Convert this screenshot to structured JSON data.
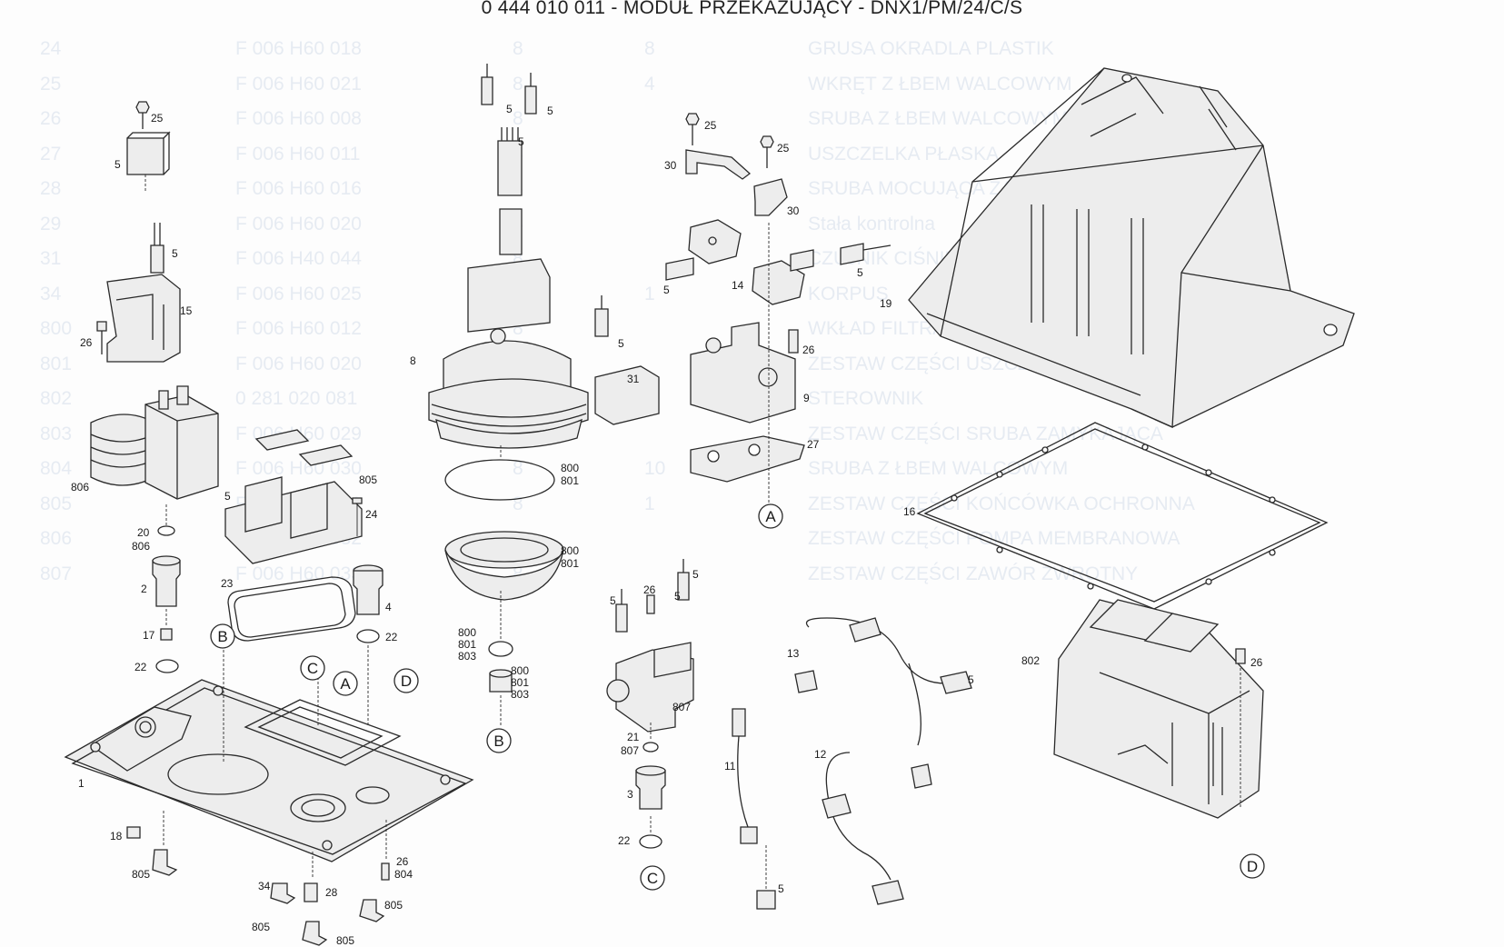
{
  "title": "0 444 010 011 - MODUŁ PRZEKAZUJĄCY - DNX1/PM/24/C/S",
  "background_table": {
    "rows": [
      [
        "24",
        "F 006 H60 018",
        "8",
        "8",
        "GRUSA OKRADLA PLASTIK"
      ],
      [
        "25",
        "F 006 H60 021",
        "8",
        "4",
        "WKRĘT Z ŁBEM WALCOWYM"
      ],
      [
        "26",
        "F 006 H60 008",
        "8",
        "",
        "SRUBA Z ŁBEM WALCOWYM"
      ],
      [
        "27",
        "F 006 H60 011",
        "8",
        "",
        "USZCZELKA PŁASKA"
      ],
      [
        "28",
        "F 006 H60 016",
        "8",
        "",
        "SRUBA MOCUJĄCA ZAWOROWA"
      ],
      [
        "29",
        "F 006 H60 020",
        "8",
        "",
        "Stała kontrolna"
      ],
      [
        "31",
        "F 006 H40 044",
        "8",
        "",
        "CZUJNIK CIŚNIENIA PRZEWODU"
      ],
      [
        "34",
        "F 006 H60 025",
        "",
        "1",
        "KORPUS"
      ],
      [
        "800",
        "F 006 H60 012",
        "8",
        "",
        "WKŁAD FILTRA PAROWEGO"
      ],
      [
        "801",
        "F 006 H60 020",
        "8",
        "",
        "ZESTAW CZĘŚCI USZCZELNIACZY"
      ],
      [
        "802",
        "0 281 020 081",
        "8",
        "",
        "STEROWNIK"
      ],
      [
        "803",
        "F 006 H60 029",
        "8",
        "",
        "ZESTAW CZĘŚCI SRUBA ZAMYKAJĄCA"
      ],
      [
        "804",
        "F 006 H60 030",
        "8",
        "10",
        "SRUBA Z ŁBEM WALCOWYM"
      ],
      [
        "805",
        "F 006 H60 031",
        "8",
        "1",
        "ZESTAW CZĘŚCI KOŃCÓWKA OCHRONNA"
      ],
      [
        "806",
        "F 006 H60 032",
        "",
        "",
        "ZESTAW CZĘŚCI POMPA MEMBRANOWA"
      ],
      [
        "807",
        "F 006 H60 033",
        "8",
        "",
        "ZESTAW CZĘŚCI ZAWÓR ZWROTNY"
      ]
    ]
  },
  "callouts": {
    "A1": "A",
    "A2": "A",
    "B1": "B",
    "B2": "B",
    "C1": "C",
    "C2": "C",
    "D1": "D",
    "D2": "D"
  },
  "labels": {
    "l1": "1",
    "l2": "2",
    "l3": "3",
    "l4": "4",
    "l5a": "5",
    "l5b": "5",
    "l5c": "5",
    "l5d": "5",
    "l5e": "5",
    "l5f": "5",
    "l5g": "5",
    "l5h": "5",
    "l5i": "5",
    "l5j": "5",
    "l5k": "5",
    "l5l": "5",
    "l5m": "5",
    "l5n": "5",
    "l8": "8",
    "l9": "9",
    "l11": "11",
    "l12": "12",
    "l13": "13",
    "l14": "14",
    "l15": "15",
    "l16": "16",
    "l17": "17",
    "l18": "18",
    "l19": "19",
    "l20": "20",
    "l21": "21",
    "l22a": "22",
    "l22b": "22",
    "l22c": "22",
    "l23": "23",
    "l24": "24",
    "l25a": "25",
    "l25b": "25",
    "l25c": "25",
    "l26a": "26",
    "l26b": "26",
    "l26c": "26",
    "l26d": "26",
    "l26e": "26",
    "l27": "27",
    "l28": "28",
    "l30a": "30",
    "l30b": "30",
    "l31": "31",
    "l34": "34",
    "l800a": "800",
    "l801a": "801",
    "l800b": "800",
    "l801b": "801",
    "l800c": "800",
    "l801c": "801",
    "l803c": "803",
    "l800d": "800",
    "l801d": "801",
    "l803d": "803",
    "l802": "802",
    "l804": "804",
    "l805a": "805",
    "l805b": "805",
    "l805c": "805",
    "l805d": "805",
    "l805e": "805",
    "l806a": "806",
    "l806b": "806",
    "l807a": "807",
    "l807b": "807"
  }
}
